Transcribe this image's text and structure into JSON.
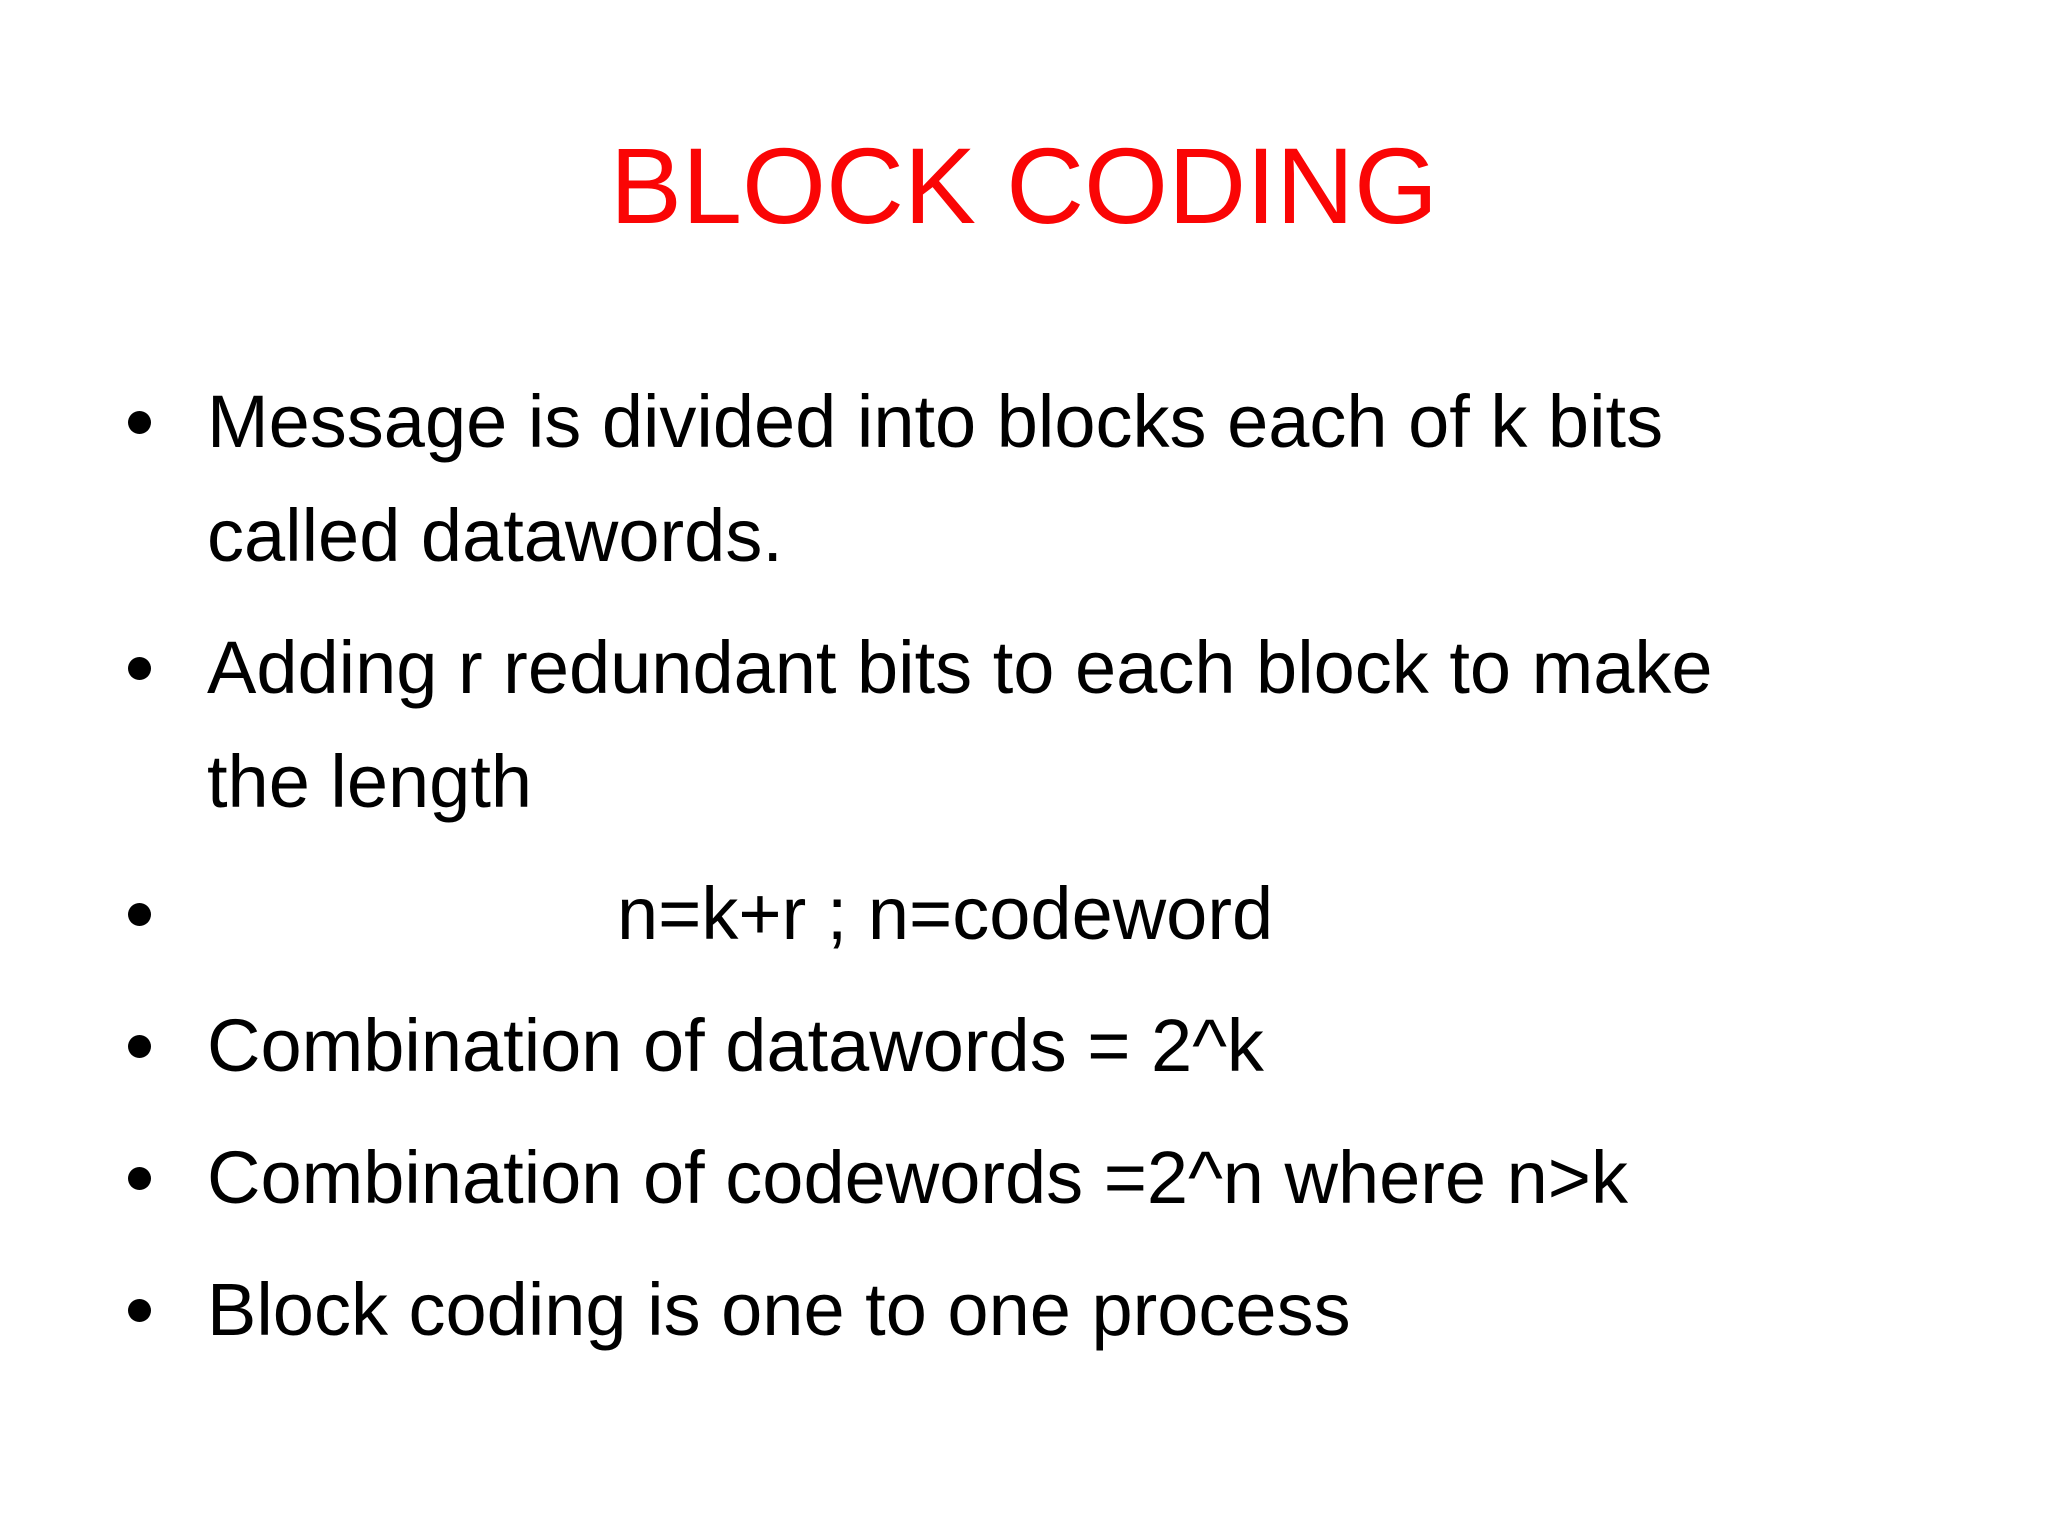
{
  "slide": {
    "title": "BLOCK CODING",
    "title_color": "#FA0505",
    "text_color": "#000000",
    "background_color": "#FFFFFF",
    "bullets": [
      {
        "indent": false,
        "lines": [
          "Message is divided into blocks each of k bits",
          "called datawords."
        ]
      },
      {
        "indent": false,
        "lines": [
          "Adding r redundant bits to each block to make",
          "the length"
        ]
      },
      {
        "indent": true,
        "lines": [
          "n=k+r ; n=codeword"
        ]
      },
      {
        "indent": false,
        "lines": [
          "Combination of datawords = 2^k"
        ]
      },
      {
        "indent": false,
        "lines": [
          "Combination of codewords =2^n where n>k"
        ]
      },
      {
        "indent": false,
        "lines": [
          "Block coding is one to one process"
        ]
      }
    ]
  }
}
